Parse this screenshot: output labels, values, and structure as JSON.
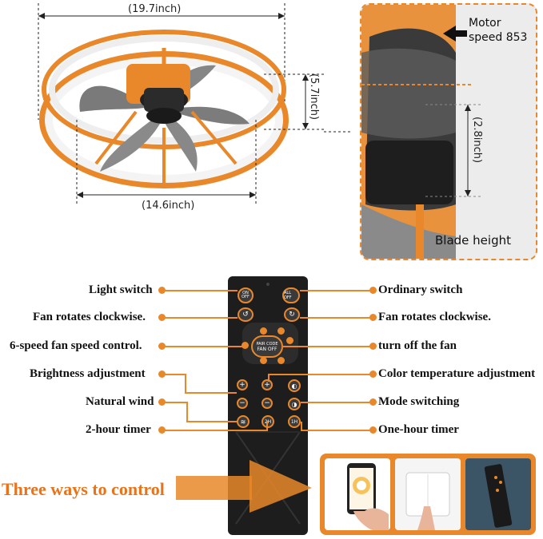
{
  "dimensions": {
    "width": "(19.7inch)",
    "height": "(5.7inch)",
    "blade_span": "(14.6inch)",
    "blade_height_dim": "(2.8inch)"
  },
  "detail": {
    "motor_line1": "Motor",
    "motor_line2": "speed 853",
    "blade_label": "Blade height"
  },
  "remote": {
    "buttons": {
      "light": "ON OFF",
      "all_off": "ALL OFF",
      "pair_code": "PAIR CODE",
      "fan_off": "FAN OFF",
      "timer_2h": "2H",
      "timer_1h": "1H"
    }
  },
  "callouts": {
    "left": [
      "Light switch",
      "Fan rotates clockwise.",
      "6-speed fan speed control.",
      "Brightness adjustment",
      "Natural wind",
      "2-hour timer"
    ],
    "right": [
      "Ordinary switch",
      "Fan rotates clockwise.",
      "turn off the fan",
      "Color temperature adjustment",
      "Mode switching",
      "One-hour timer"
    ]
  },
  "banner": {
    "text": "Three ways to control"
  },
  "colors": {
    "accent": "#e8882a",
    "remote_body": "#1d1d1d",
    "panel_bg": "#ececec"
  }
}
